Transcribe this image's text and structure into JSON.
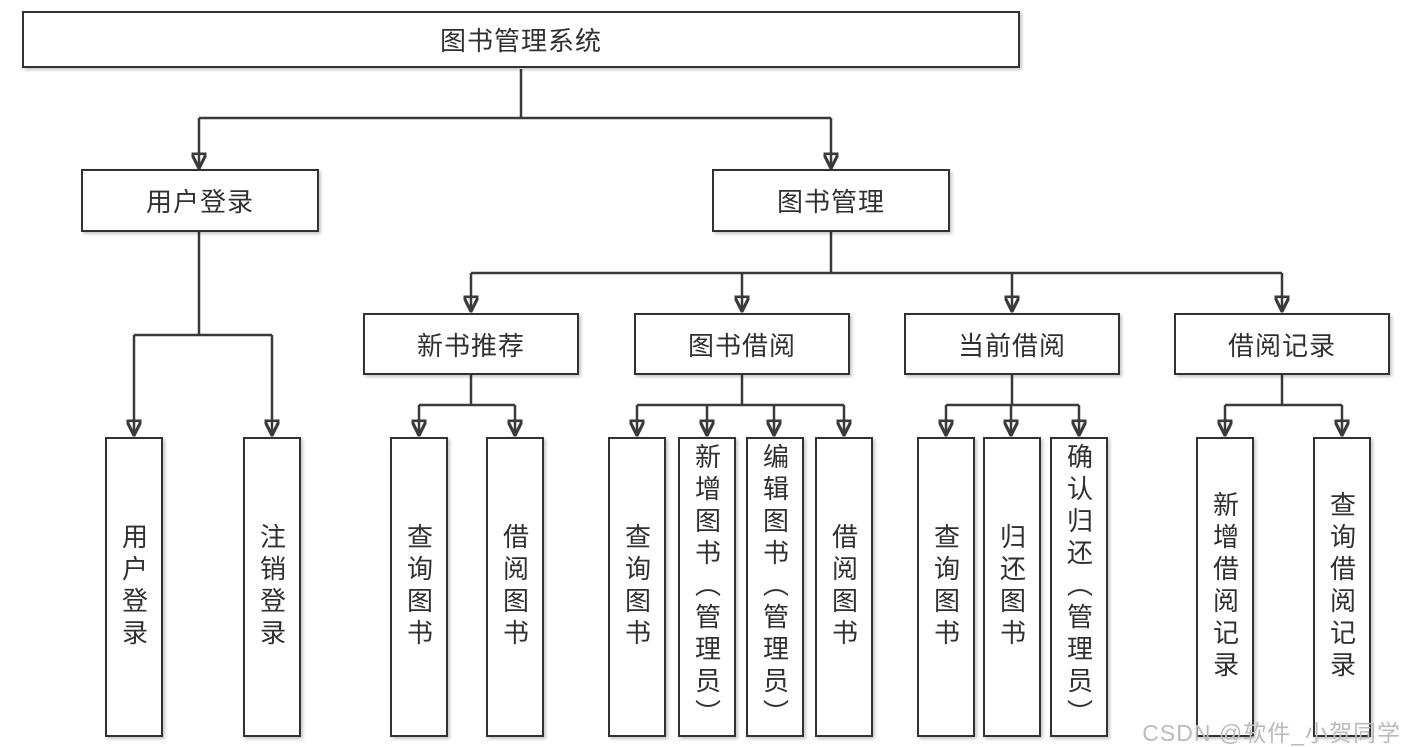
{
  "tree": {
    "root_label": "图书管理系统",
    "user_login": {
      "label": "用户登录",
      "children": [
        "用户登录",
        "注销登录"
      ]
    },
    "book_mgmt": {
      "label": "图书管理",
      "groups": [
        {
          "label": "新书推荐",
          "children": [
            "查询图书",
            "借阅图书"
          ]
        },
        {
          "label": "图书借阅",
          "children": [
            "查询图书",
            "新增图书（管理员）",
            "编辑图书（管理员）",
            "借阅图书"
          ]
        },
        {
          "label": "当前借阅",
          "children": [
            "查询图书",
            "归还图书",
            "确认归还（管理员）"
          ]
        },
        {
          "label": "借阅记录",
          "children": [
            "新增借阅记录",
            "查询借阅记录"
          ]
        }
      ]
    }
  },
  "watermark": "CSDN @软件_小贺同学",
  "colors": {
    "line": "#3a3a3a",
    "box_border": "#323232",
    "box_background": "#ffffff",
    "text": "#303030",
    "watermark": "#b9bac3",
    "background": "#ffffff"
  }
}
